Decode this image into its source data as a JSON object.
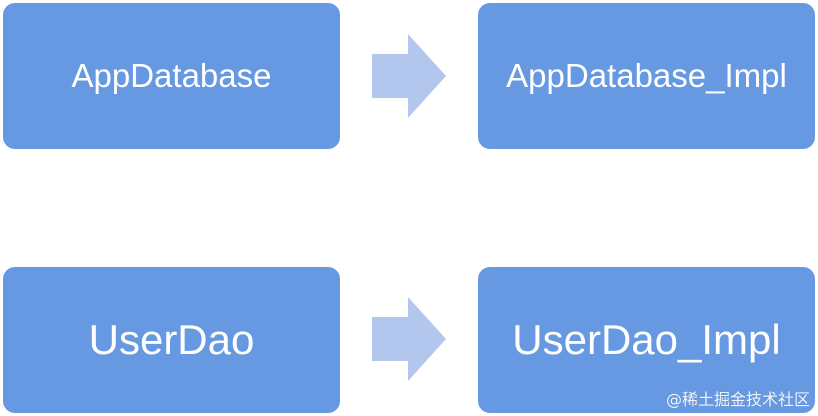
{
  "diagram": {
    "top_row": {
      "source_label": "AppDatabase",
      "target_label": "AppDatabase_Impl"
    },
    "bottom_row": {
      "source_label": "UserDao",
      "target_label": "UserDao_Impl"
    }
  },
  "watermark": "@稀土掘金技术社区",
  "colors": {
    "box_fill": "#6699e2",
    "arrow_fill": "#b3c7ee",
    "text": "#ffffff"
  }
}
